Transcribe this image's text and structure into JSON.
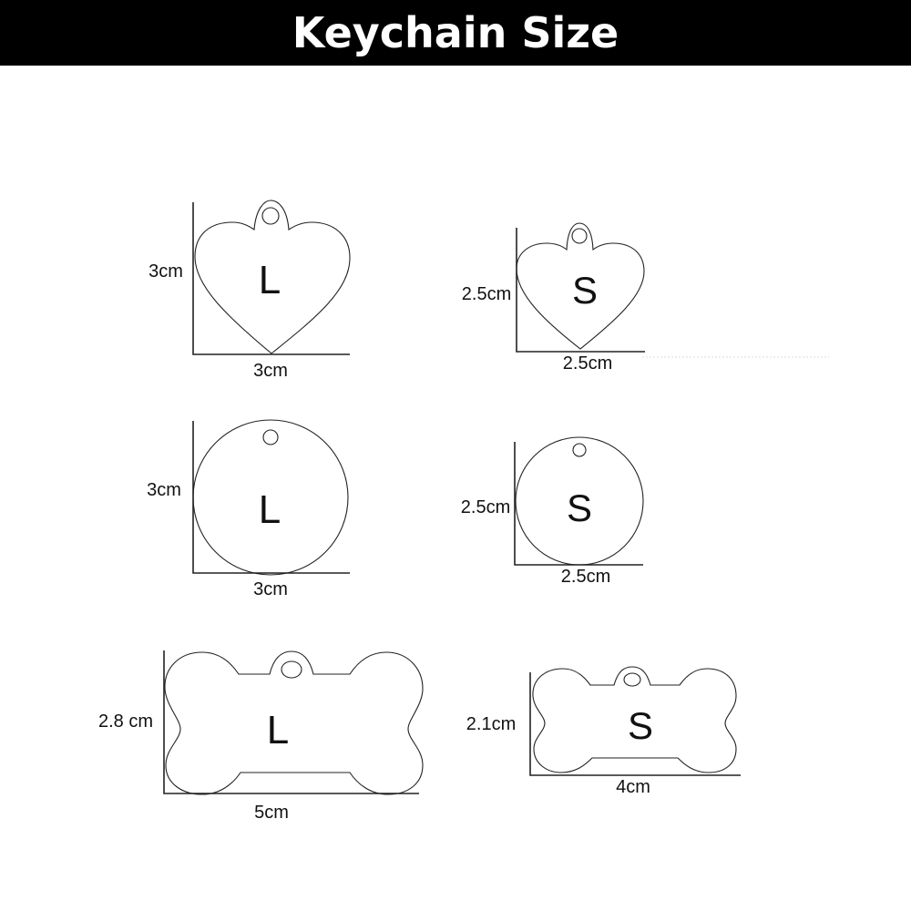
{
  "header": {
    "title": "Keychain Size"
  },
  "tags": {
    "heart_l": {
      "letter": "L",
      "height": "3cm",
      "width": "3cm"
    },
    "heart_s": {
      "letter": "S",
      "height": "2.5cm",
      "width": "2.5cm"
    },
    "circle_l": {
      "letter": "L",
      "height": "3cm",
      "width": "3cm"
    },
    "circle_s": {
      "letter": "S",
      "height": "2.5cm",
      "width": "2.5cm"
    },
    "bone_l": {
      "letter": "L",
      "height": "2.8 cm",
      "width": "5cm"
    },
    "bone_s": {
      "letter": "S",
      "height": "2.1cm",
      "width": "4cm"
    }
  }
}
